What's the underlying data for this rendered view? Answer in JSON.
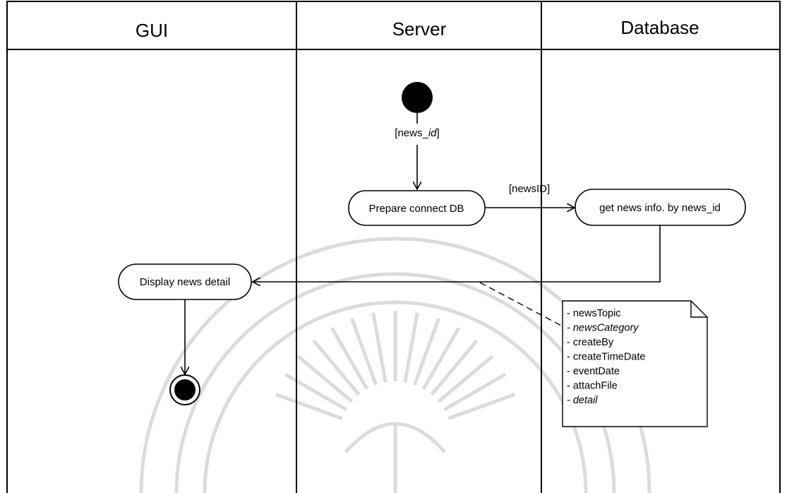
{
  "lanes": [
    {
      "title": "GUI"
    },
    {
      "title": "Server"
    },
    {
      "title": "Database"
    }
  ],
  "nodes": {
    "prepare_db": "Prepare connect DB",
    "get_news_info": "get news info. by news_id",
    "display_detail": "Display news detail"
  },
  "guards": {
    "news_id": {
      "open": "[news_",
      "var": "id",
      "close": "]"
    },
    "newsID": "[newsID]"
  },
  "note": {
    "items": [
      {
        "text": "- newsTopic",
        "italic": false
      },
      {
        "text": "- newsCategory",
        "italic": true
      },
      {
        "text": "- createBy",
        "italic": false
      },
      {
        "text": "- createTimeDate",
        "italic": false
      },
      {
        "text": "- eventDate",
        "italic": false
      },
      {
        "text": "- attachFile",
        "italic": false
      },
      {
        "text": "- detail",
        "italic": true
      }
    ]
  }
}
